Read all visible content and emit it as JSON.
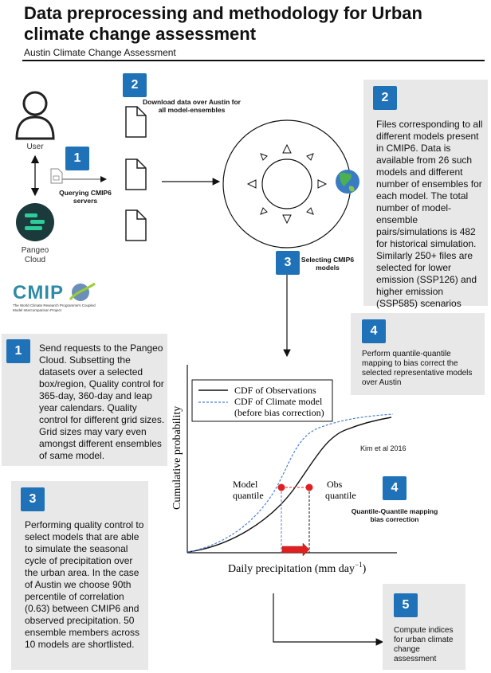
{
  "header": {
    "title": "Data preprocessing and methodology for Urban climate change assessment",
    "subtitle": "Austin Climate Change Assessment"
  },
  "actors": {
    "user_label": "User",
    "pangeo_label": "Pangeo Cloud",
    "cmip_logo_text": "CMIP",
    "cmip_logo_caption": "The World Climate Research Programme's Coupled Model Intercomparison Project"
  },
  "steps": {
    "query": {
      "number": "1",
      "label": "Querying CMIP6 servers"
    },
    "download": {
      "number": "2",
      "label": "Download data over Austin for all model-ensembles"
    },
    "select": {
      "number": "3",
      "label": "Selecting CMIP6 models"
    },
    "qq_top": {
      "number": "4"
    },
    "qq_side": {
      "number": "4",
      "label": "Quantile-Quantile mapping bias correction"
    },
    "compute": {
      "number": "5"
    }
  },
  "panels": {
    "p2": {
      "number": "2",
      "text": "Files corresponding to all different models present in CMIP6. Data is available from 26 such models and different number of ensembles for each model. The total number of model-ensemble pairs/simulations is 482 for historical simulation. Similarly 250+ files are selected for lower emission (SSP126) and higher emission (SSP585) scenarios"
    },
    "p1": {
      "number": "1",
      "text": "Send requests to the Pangeo Cloud. Subsetting the datasets over a selected box/region, Quality control for 365-day, 360-day and leap year calendars. Quality control for different grid sizes. Grid sizes may vary even amongst different ensembles of same model."
    },
    "p3": {
      "number": "3",
      "text": "Performing quality control to select models that are able to simulate the seasonal cycle of precipitation over the urban area. In the case of Austin we choose 90th percentile of correlation (0.63) between CMIP6 and observed precipitation. 50 ensemble members across 10 models are shortlisted."
    },
    "p4": {
      "text": "Perform quantile-quantile mapping to bias correct the selected representative models over Austin"
    },
    "p5": {
      "text": "Compute indices for urban climate change assessment"
    }
  },
  "chart": {
    "legend_obs": "CDF of Observations",
    "legend_model_1": "CDF of Climate model",
    "legend_model_2": "(before bias correction)",
    "citation": "Kim et al 2016",
    "ylabel": "Cumulative probability",
    "xlabel": "Daily precipitation (mm day",
    "xlabel_sup": "−1",
    "xlabel_end": ")",
    "model_quantile_1": "Model",
    "model_quantile_2": "quantile",
    "obs_quantile_1": "Obs",
    "obs_quantile_2": "quantile"
  },
  "colors": {
    "badge": "#1f72b8",
    "panel": "#e8e8e8",
    "model_curve": "#4a7fd4",
    "quantile_dot": "#e02020"
  }
}
